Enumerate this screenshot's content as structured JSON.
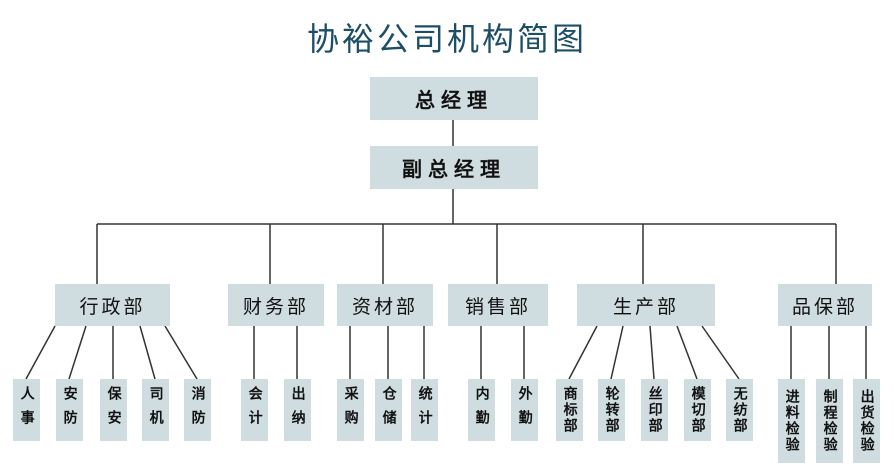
{
  "title": "协裕公司机构简图",
  "root": "总经理",
  "deputy": "副总经理",
  "departments": [
    {
      "name": "行政部",
      "subs": [
        "人事",
        "安防",
        "保安",
        "司机",
        "消防"
      ]
    },
    {
      "name": "财务部",
      "subs": [
        "会计",
        "出纳"
      ]
    },
    {
      "name": "资材部",
      "subs": [
        "采购",
        "仓储",
        "统计"
      ]
    },
    {
      "name": "销售部",
      "subs": [
        "内勤",
        "外勤"
      ]
    },
    {
      "name": "生产部",
      "subs": [
        "商标部",
        "轮转部",
        "丝印部",
        "模切部",
        "无纺部"
      ]
    },
    {
      "name": "品保部",
      "subs": [
        "进料检验",
        "制程检验",
        "出货检验"
      ]
    }
  ],
  "colors": {
    "box": "#cfdde0",
    "title": "#1c4f66",
    "line": "#333333"
  }
}
